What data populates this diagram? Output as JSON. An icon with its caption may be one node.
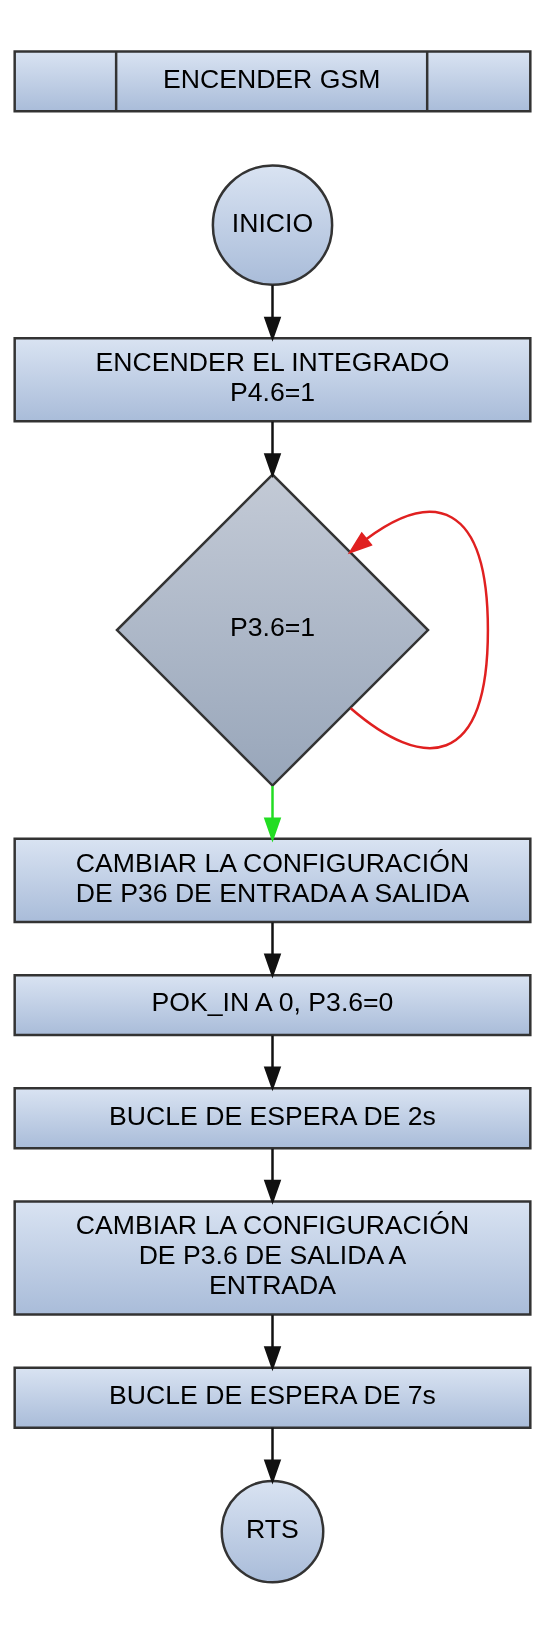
{
  "diagram": {
    "nodes": [
      {
        "text": [
          "ENCENDER GSM"
        ]
      },
      {
        "text": [
          "INICIO"
        ]
      },
      {
        "text": [
          "ENCENDER EL INTEGRADO P4.6=1"
        ]
      },
      {
        "text": [
          "P3.6=1"
        ]
      },
      {
        "text": [
          "CAMBIAR LA CONFIGURACIÓN DE P36 DE ENTRADA A SALIDA"
        ]
      },
      {
        "text": [
          "POK_IN A 0, P3.6=0"
        ]
      },
      {
        "text": [
          "BUCLE DE ESPERA DE 2s"
        ]
      },
      {
        "text": [
          "CAMBIAR LA CONFIGURACIÓN DE P3.6 DE SALIDA A ENTRADA"
        ]
      },
      {
        "text": [
          "BUCLE DE ESPERA DE 7s"
        ]
      },
      {
        "text": [
          "RTS"
        ]
      }
    ],
    "edges": [
      {
        "from": 1,
        "to": 2,
        "arrow": "to"
      },
      {
        "from": 2,
        "to": 3,
        "arrow": "to"
      },
      {
        "from": 3,
        "to": 3,
        "arrow": "to",
        "color": "#e02020"
      },
      {
        "from": 3,
        "to": 4,
        "arrow": "to",
        "color": "#22dd22"
      },
      {
        "from": 4,
        "to": 5,
        "arrow": "to"
      },
      {
        "from": 5,
        "to": 6,
        "arrow": "to"
      },
      {
        "from": 6,
        "to": 7,
        "arrow": "to"
      },
      {
        "from": 7,
        "to": 8,
        "arrow": "to"
      },
      {
        "from": 8,
        "to": 9,
        "arrow": "to"
      }
    ]
  }
}
